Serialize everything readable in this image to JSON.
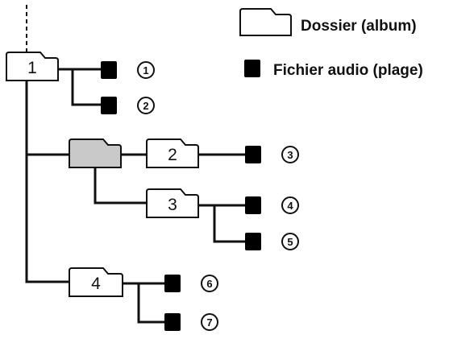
{
  "legend": {
    "folder_label": "Dossier (album)",
    "file_label": "Fichier audio (plage)"
  },
  "folders": [
    {
      "id": "root",
      "label": "1"
    },
    {
      "id": "grey",
      "label": ""
    },
    {
      "id": "f2",
      "label": "2"
    },
    {
      "id": "f3",
      "label": "3"
    },
    {
      "id": "f4",
      "label": "4"
    }
  ],
  "tracks": [
    "1",
    "2",
    "3",
    "4",
    "5",
    "6",
    "7"
  ],
  "colors": {
    "line": "#111111",
    "highlighted_folder": "#c9c9c9",
    "background": "#ffffff"
  }
}
